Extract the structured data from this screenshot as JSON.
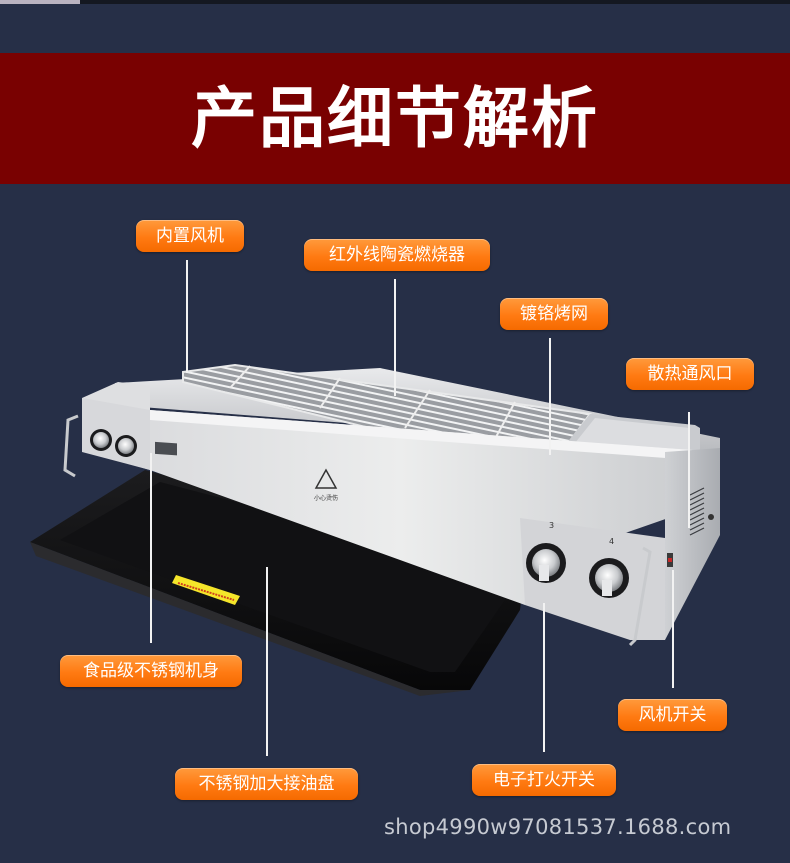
{
  "banner": {
    "title": "产品细节解析",
    "background": "#790101"
  },
  "background_color": "#262f47",
  "accent_color": "#ff7a12",
  "product_image": {
    "subject": "stainless-steel-gas-bbq-grill",
    "warning_label": "小心烫伤",
    "knob_numbers": [
      "3",
      "4"
    ]
  },
  "callouts": [
    {
      "id": "built-in-fan",
      "label": "内置风机"
    },
    {
      "id": "infrared-ceramic-burner",
      "label": "红外线陶瓷燃烧器"
    },
    {
      "id": "chrome-grill-net",
      "label": "镀铬烤网"
    },
    {
      "id": "heat-vent",
      "label": "散热通风口"
    },
    {
      "id": "stainless-body",
      "label": "食品级不锈钢机身"
    },
    {
      "id": "fan-switch",
      "label": "风机开关"
    },
    {
      "id": "electronic-ignition",
      "label": "电子打火开关"
    },
    {
      "id": "oil-tray",
      "label": "不锈钢加大接油盘"
    }
  ],
  "footer": {
    "url": "shop4990w97081537.1688.com"
  }
}
